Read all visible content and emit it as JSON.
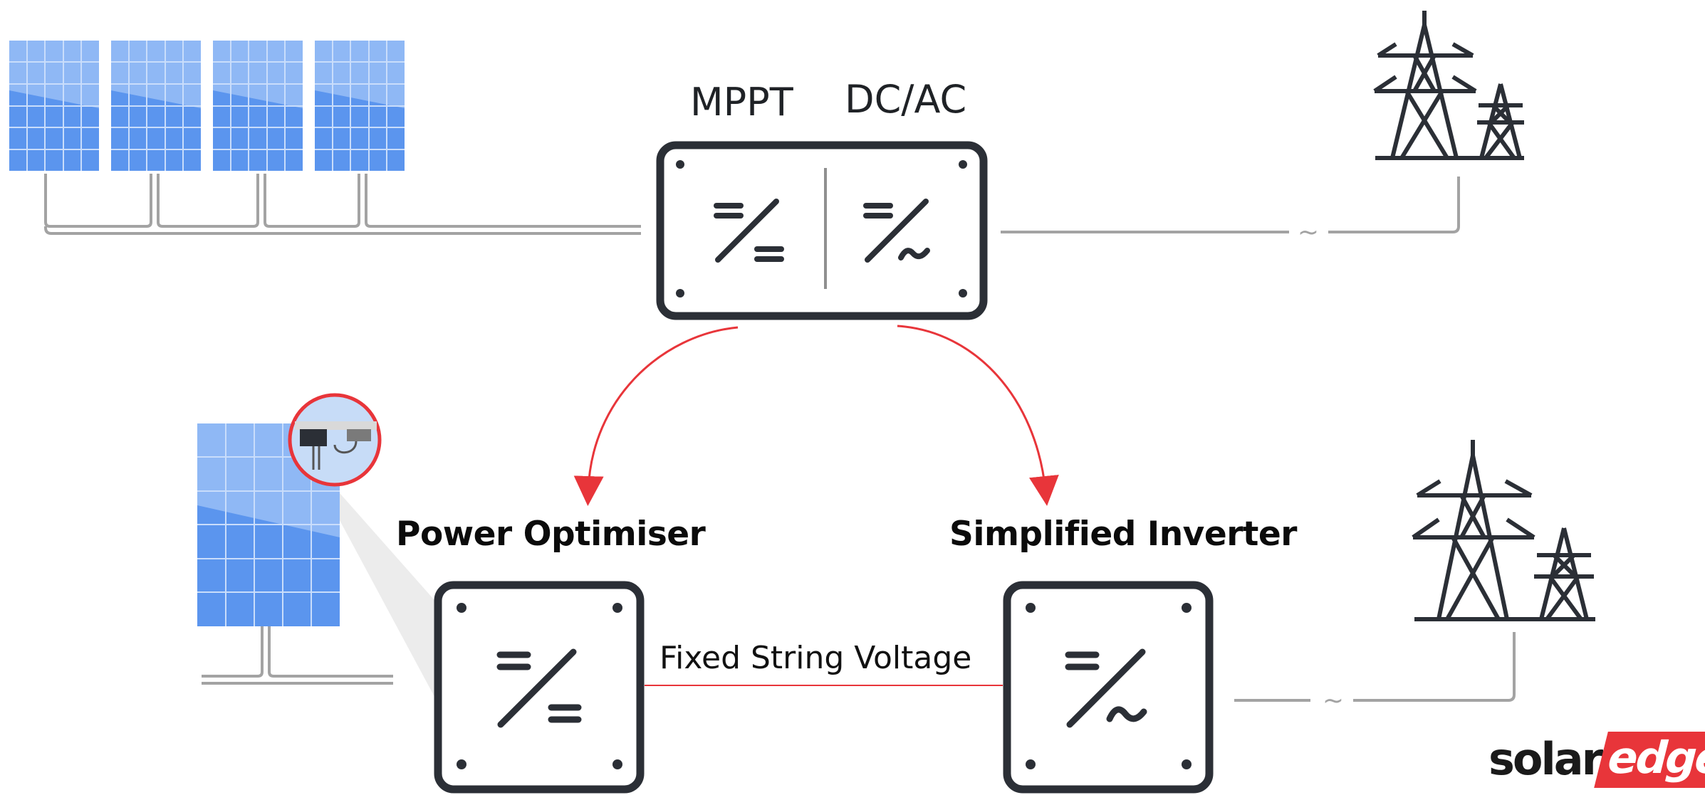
{
  "labels": {
    "mppt": "MPPT",
    "dcac": "DC/AC",
    "power_optimiser": "Power Optimiser",
    "simplified_inverter": "Simplified Inverter",
    "fixed_string_voltage": "Fixed String Voltage",
    "ac_symbol_top": "~",
    "ac_symbol_bottom": "~"
  },
  "logo": {
    "part1": "solar",
    "part2": "edge"
  },
  "colors": {
    "panel_blue": "#5b95ee",
    "panel_light": "#8fb8f5",
    "outline_dark": "#2b2f36",
    "wire_gray": "#a3a3a3",
    "arrow_red": "#e8353a",
    "logo_red": "#e8353a"
  },
  "icons": [
    "solar-panel-icon",
    "converter-box-icon",
    "transmission-tower-icon",
    "dc-dc-symbol-icon",
    "dc-ac-symbol-icon",
    "power-optimiser-device-icon"
  ]
}
